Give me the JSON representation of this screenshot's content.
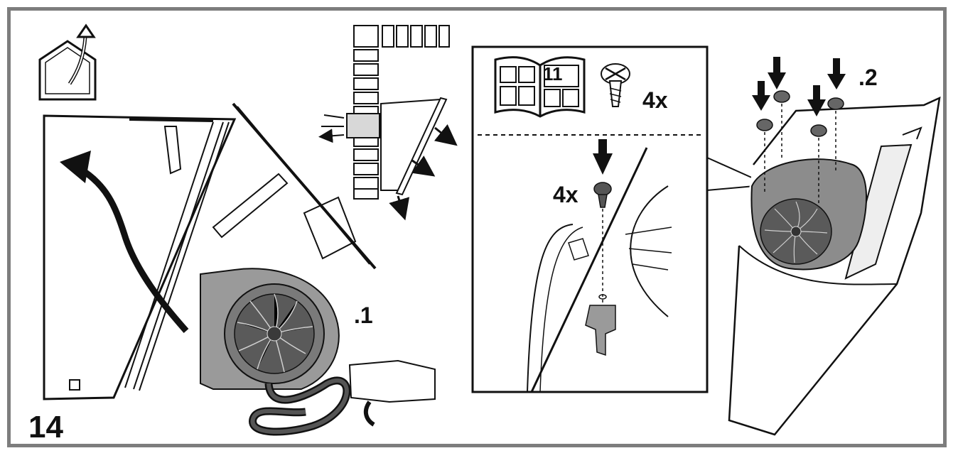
{
  "step_number": "14",
  "substeps": {
    "first": ".1",
    "second": ".2"
  },
  "screws": {
    "count_top": "4x",
    "count_detail": "4x"
  },
  "manual_page_ref": "11",
  "colors": {
    "frame": "#7d7d7d",
    "line": "#111111",
    "fan_body": "#9a9a9a",
    "fan_dark": "#5a5a5a",
    "background": "#ffffff"
  },
  "icons": [
    "house-exhaust-icon",
    "brick-wall-icon",
    "manual-book-icon",
    "screw-icon",
    "down-arrow-icon",
    "curved-arrow-icon"
  ]
}
